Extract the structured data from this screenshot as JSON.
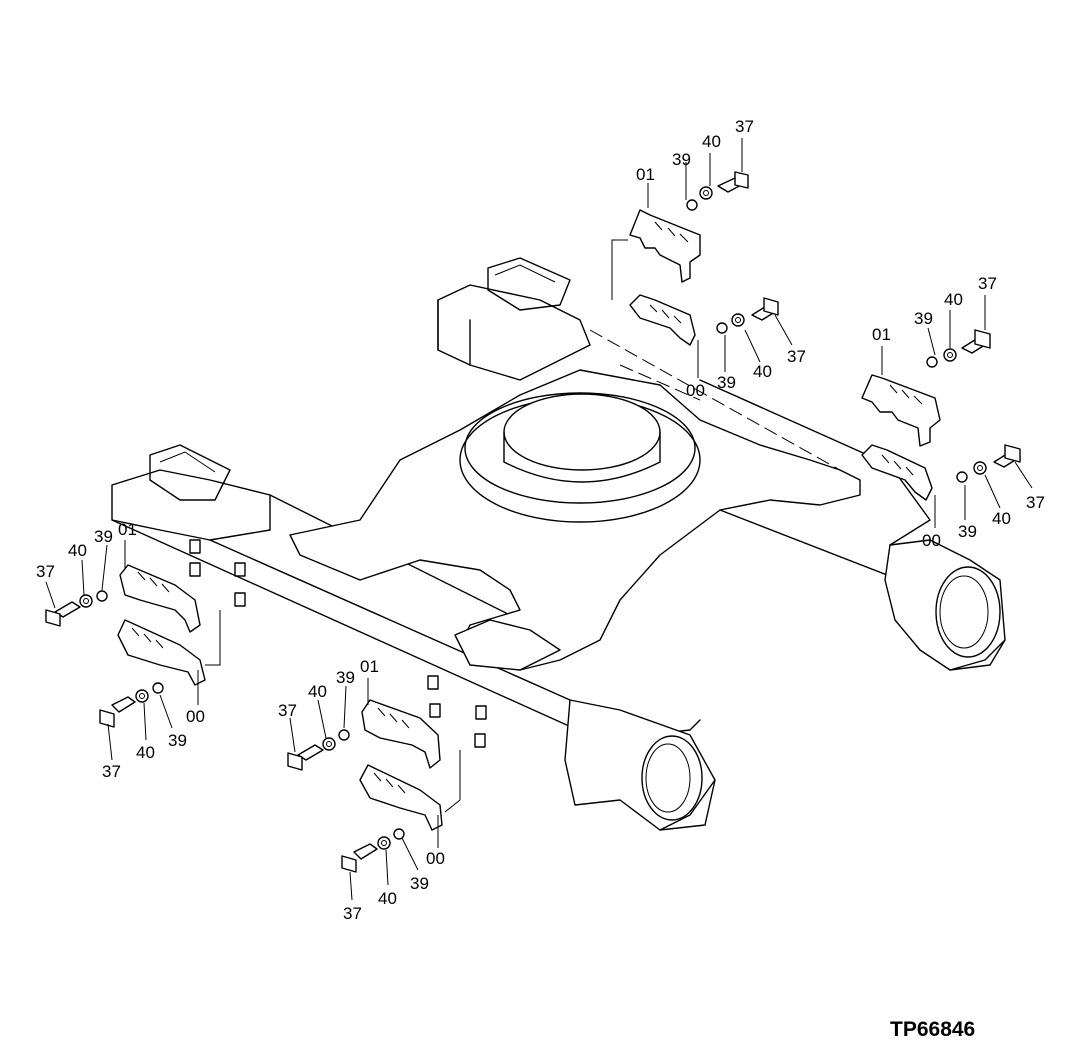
{
  "drawing_code": "TP66846",
  "part_numbers": {
    "p00": "00",
    "p01": "01",
    "p37": "37",
    "p39": "39",
    "p40": "40"
  },
  "groups": [
    {
      "id": "upper-right-top"
    },
    {
      "id": "upper-right-lower"
    },
    {
      "id": "left"
    },
    {
      "id": "lower-center"
    }
  ]
}
